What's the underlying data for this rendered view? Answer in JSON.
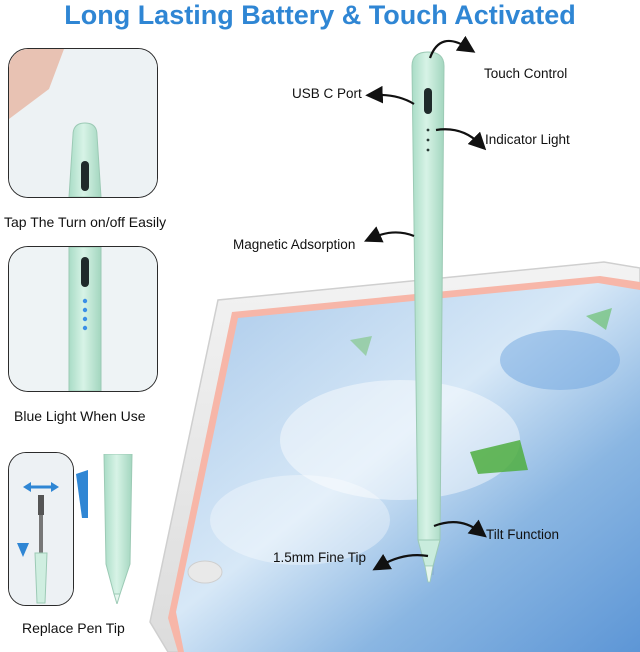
{
  "headline": "Long Lasting Battery & Touch Activated",
  "panels": [
    {
      "caption": "Tap The Turn on/off Easily"
    },
    {
      "caption": "Blue Light When Use"
    },
    {
      "caption": "Replace Pen Tip"
    }
  ],
  "callouts": {
    "touch_control": "Touch Control",
    "usb_port": "USB C Port",
    "indicator_light": "Indicator Light",
    "magnetic": "Magnetic Adsorption",
    "tilt": "Tilt Function",
    "fine_tip": "1.5mm Fine Tip"
  },
  "colors": {
    "headline": "#2f86d4",
    "pen_body": "#c6ead9",
    "indicator_blue": "#3b8fe6",
    "panel_border": "#2b2b2b"
  }
}
